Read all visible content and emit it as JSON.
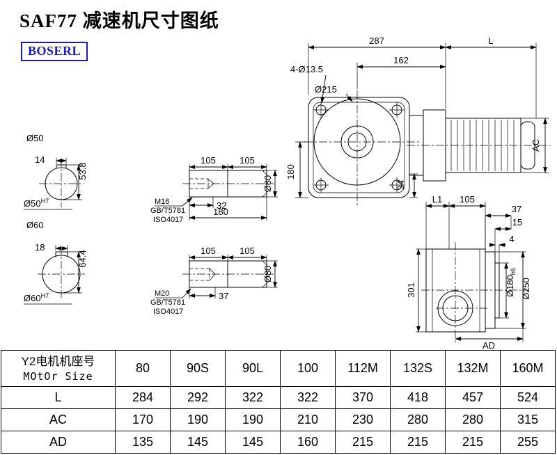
{
  "page": {
    "title": "SAF77 减速机尺寸图纸",
    "logo": "BOSERL"
  },
  "front_view": {
    "overall_width": "287",
    "motor_length": "L",
    "dim_162": "162",
    "bolt_holes": "4-Ø13.5",
    "flange_diameter": "Ø215",
    "dim_180": "180",
    "dim_34": "34",
    "motor_height": "AC"
  },
  "section50": {
    "diameter": "Ø50",
    "key_width": "14",
    "key_height": "53.8",
    "bore": "Ø50",
    "tolerance": "H7"
  },
  "section60": {
    "diameter": "Ø60",
    "key_width": "18",
    "key_height": "64.4",
    "bore": "Ø60",
    "tolerance": "H7"
  },
  "shaft1": {
    "dim_105_left": "105",
    "dim_105_right": "105",
    "thread": "M16",
    "std1": "GB/T5781",
    "std2": "ISO4017",
    "thread_depth": "32",
    "length": "180",
    "diameter": "Ø80"
  },
  "shaft2": {
    "dim_105_left": "105",
    "dim_105_right": "105",
    "thread": "M20",
    "std1": "GB/T5781",
    "std2": "ISO4017",
    "thread_depth": "37",
    "diameter": "Ø80"
  },
  "side_view": {
    "dim_L1": "L1",
    "dim_105": "105",
    "dim_37": "37",
    "dim_15": "15",
    "dim_4": "4",
    "dim_301": "301",
    "spigot": "Ø180",
    "spigot_tol": "h6",
    "flange": "Ø250",
    "dim_AD": "AD"
  },
  "table": {
    "header_line1": "Y2电机机座号",
    "header_line2": "MOtOr Size",
    "sizes": [
      "80",
      "90S",
      "90L",
      "100",
      "112M",
      "132S",
      "132M",
      "160M"
    ],
    "rows": [
      {
        "label": "L",
        "values": [
          "284",
          "292",
          "322",
          "322",
          "370",
          "418",
          "457",
          "524"
        ]
      },
      {
        "label": "AC",
        "values": [
          "170",
          "190",
          "190",
          "210",
          "230",
          "280",
          "280",
          "315"
        ]
      },
      {
        "label": "AD",
        "values": [
          "135",
          "145",
          "145",
          "160",
          "215",
          "215",
          "215",
          "255"
        ]
      }
    ]
  }
}
